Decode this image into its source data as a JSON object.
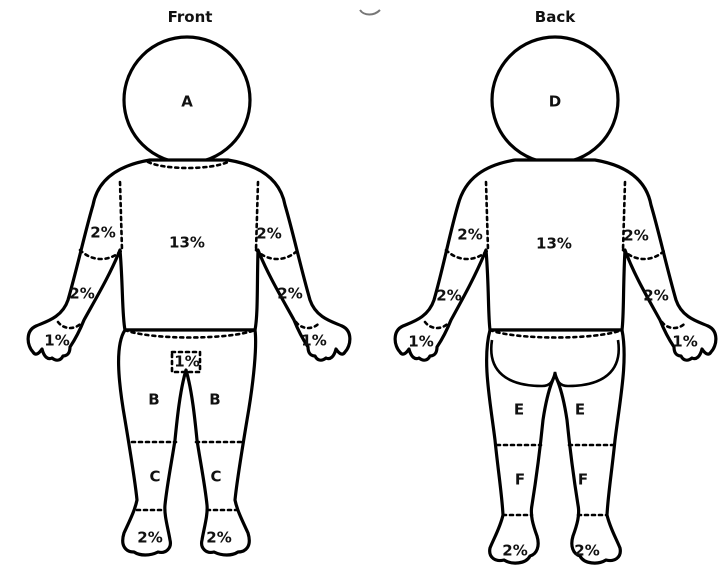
{
  "titles": {
    "front": "Front",
    "back": "Back"
  },
  "front": {
    "head": "A",
    "trunk": "13%",
    "upper_arm_right": "2%",
    "upper_arm_left": "2%",
    "forearm_right": "2%",
    "forearm_left": "2%",
    "hand_right": "1%",
    "hand_left": "1%",
    "genitals": "1%",
    "thigh_right": "B",
    "thigh_left": "B",
    "leg_right": "C",
    "leg_left": "C",
    "foot_right": "2%",
    "foot_left": "2%"
  },
  "back": {
    "head": "D",
    "trunk": "13%",
    "upper_arm_right": "2%",
    "upper_arm_left": "2%",
    "forearm_right": "2%",
    "forearm_left": "2%",
    "hand_right": "1%",
    "hand_left": "1%",
    "thigh_right": "E",
    "thigh_left": "E",
    "leg_right": "F",
    "leg_left": "F",
    "foot_right": "2%",
    "foot_left": "2%"
  }
}
